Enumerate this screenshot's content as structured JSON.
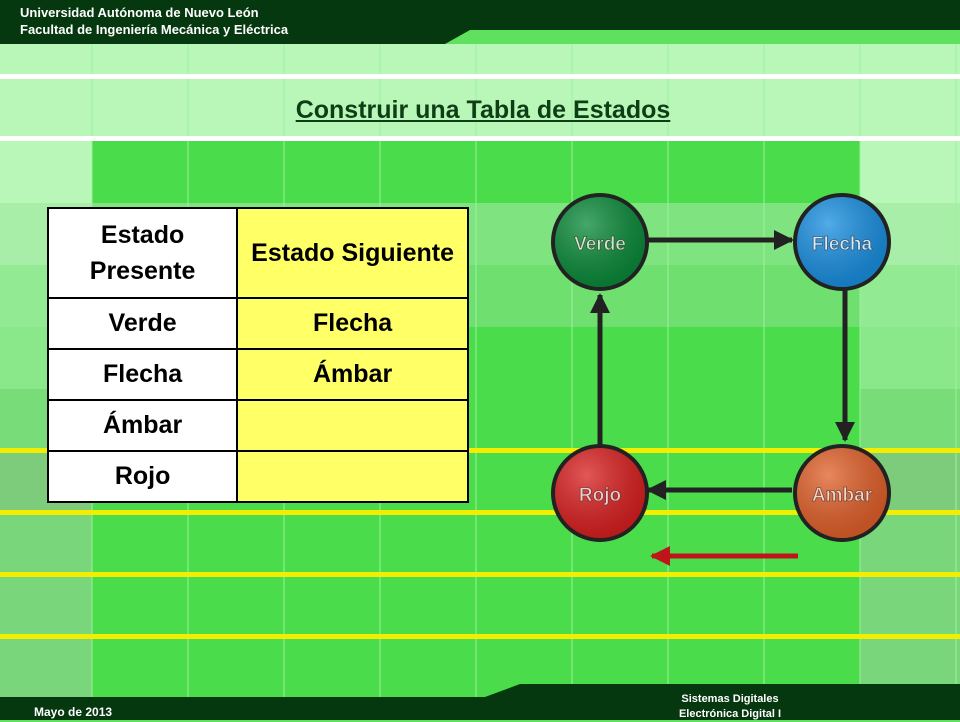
{
  "header": {
    "line1": "Universidad Autónoma de Nuevo León",
    "line2": "Facultad de Ingeniería Mecánica y Eléctrica"
  },
  "title": "Construir una Tabla de Estados",
  "table": {
    "headers": [
      "Estado Presente",
      "Estado Siguiente"
    ],
    "rows": [
      [
        "Verde",
        "Flecha"
      ],
      [
        "Flecha",
        "Ámbar"
      ],
      [
        "Ámbar",
        ""
      ],
      [
        "Rojo",
        ""
      ]
    ]
  },
  "diagram": {
    "states": [
      {
        "id": "verde",
        "label": "Verde",
        "color": "#0b8a3a"
      },
      {
        "id": "flecha",
        "label": "Flecha",
        "color": "#1a8fe0"
      },
      {
        "id": "ambar",
        "label": "Ambar",
        "color": "#e0602a"
      },
      {
        "id": "rojo",
        "label": "Rojo",
        "color": "#d92020"
      }
    ],
    "transitions": [
      {
        "from": "verde",
        "to": "flecha"
      },
      {
        "from": "flecha",
        "to": "ambar"
      },
      {
        "from": "ambar",
        "to": "rojo"
      },
      {
        "from": "rojo",
        "to": "verde"
      }
    ],
    "highlight_arrow_color": "#c0141b"
  },
  "footer": {
    "date": "Mayo de 2013",
    "course1": "Sistemas Digitales",
    "course2": "Electrónica Digital I"
  },
  "colors": {
    "header_bg": "#06380f",
    "accent_stripe": "#f3ee00",
    "grid_bright": "#4bdc4b",
    "grid_light": "#b8f7b8"
  }
}
